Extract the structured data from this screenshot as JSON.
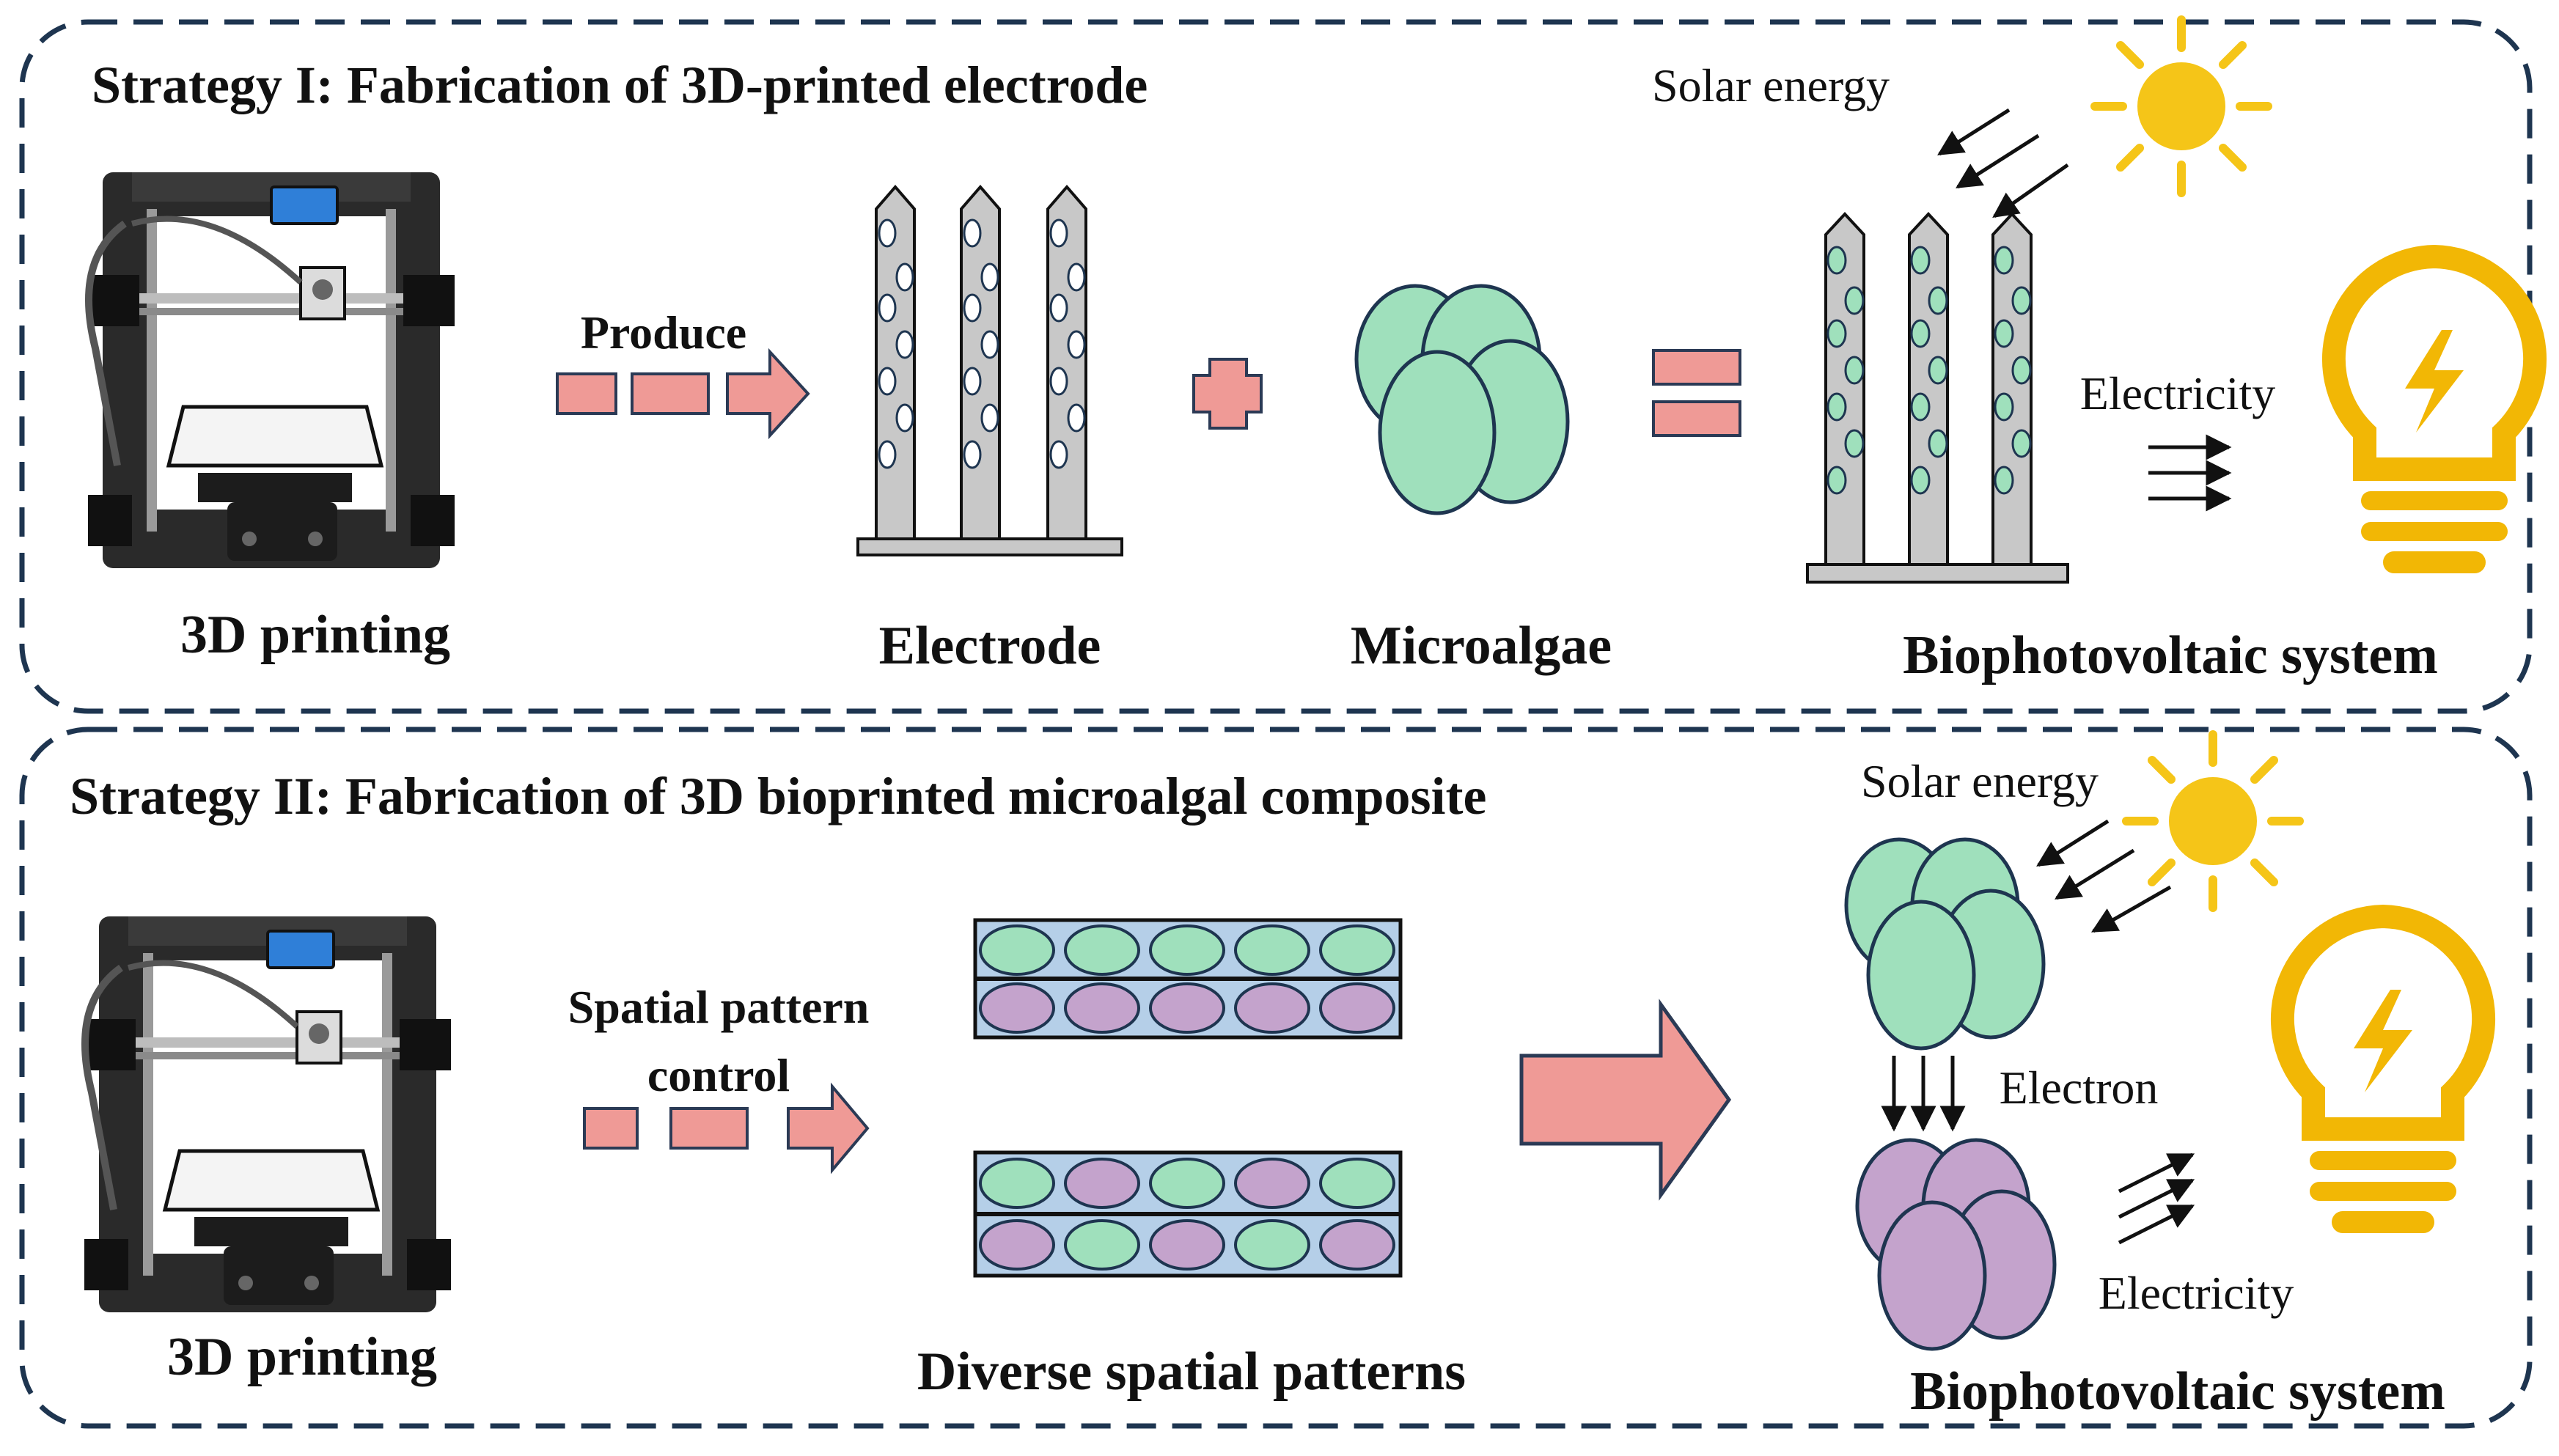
{
  "strategy1": {
    "title": "Strategy I: Fabrication of 3D-printed electrode",
    "printer_label": "3D printing",
    "produce_label": "Produce",
    "electrode_label": "Electrode",
    "microalgae_label": "Microalgae",
    "solar_label": "Solar energy",
    "electricity_label": "Electricity",
    "system_label": "Biophotovoltaic system"
  },
  "strategy2": {
    "title": "Strategy II: Fabrication of 3D bioprinted microalgal composite",
    "printer_label": "3D printing",
    "pattern_control_line1": "Spatial pattern",
    "pattern_control_line2": "control",
    "patterns_label": "Diverse spatial patterns",
    "solar_label": "Solar energy",
    "electron_label": "Electron",
    "electricity_label": "Electricity",
    "system_label": "Biophotovoltaic system"
  },
  "colors": {
    "frame": "#1e3550",
    "arrow_fill": "#ef9a96",
    "arrow_stroke": "#2b3a55",
    "green_cell": "#9fe0bc",
    "purple_cell": "#c4a3cc",
    "electrode_gray": "#c8c8c8",
    "sun": "#f5c518",
    "bulb": "#f2b705",
    "pattern_bg": "#b5cfe8"
  },
  "icons": [
    "3d-printer-icon",
    "sun-icon",
    "light-bulb-icon",
    "microalgae-icon",
    "electrode-icon"
  ]
}
